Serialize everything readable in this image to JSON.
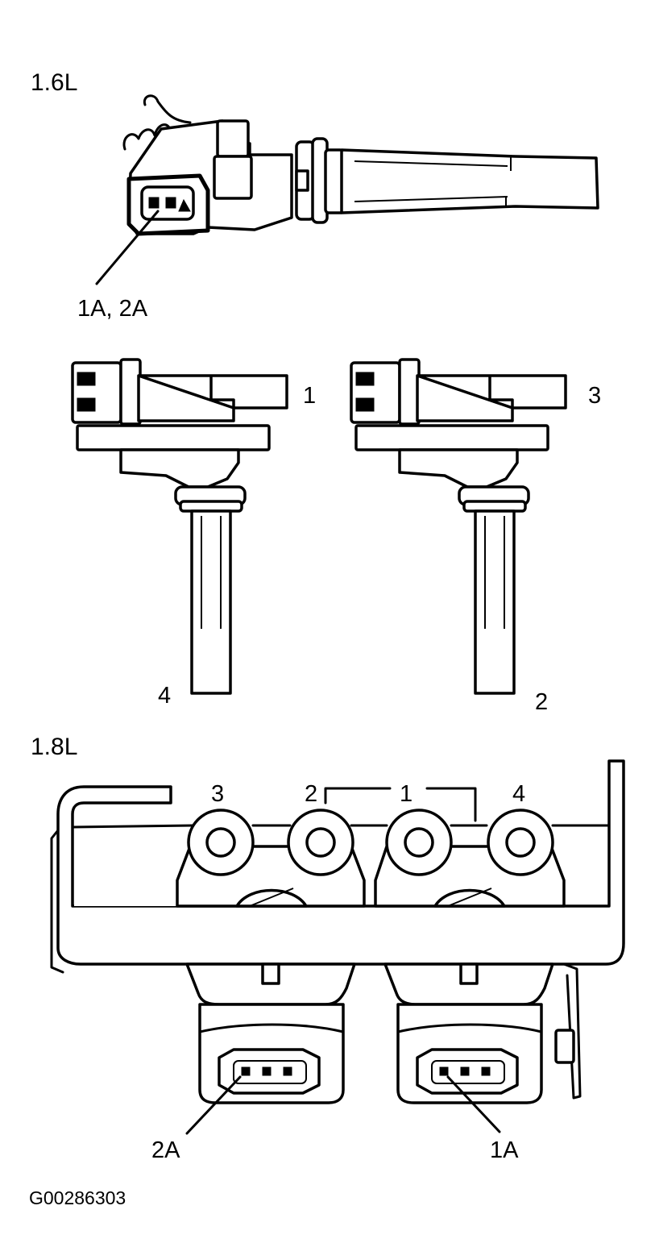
{
  "sections": {
    "top": "1.6L",
    "bottom": "1.8L"
  },
  "callouts": {
    "connector_16": "1A, 2A",
    "coil_left": "1",
    "coil_left_plug": "4",
    "coil_right": "3",
    "coil_right_plug": "2",
    "coil_18_3": "3",
    "coil_18_2": "2",
    "coil_18_1": "1",
    "coil_18_4": "4",
    "connector_2a": "2A",
    "connector_1a": "1A"
  },
  "figure_code": "G00286303"
}
